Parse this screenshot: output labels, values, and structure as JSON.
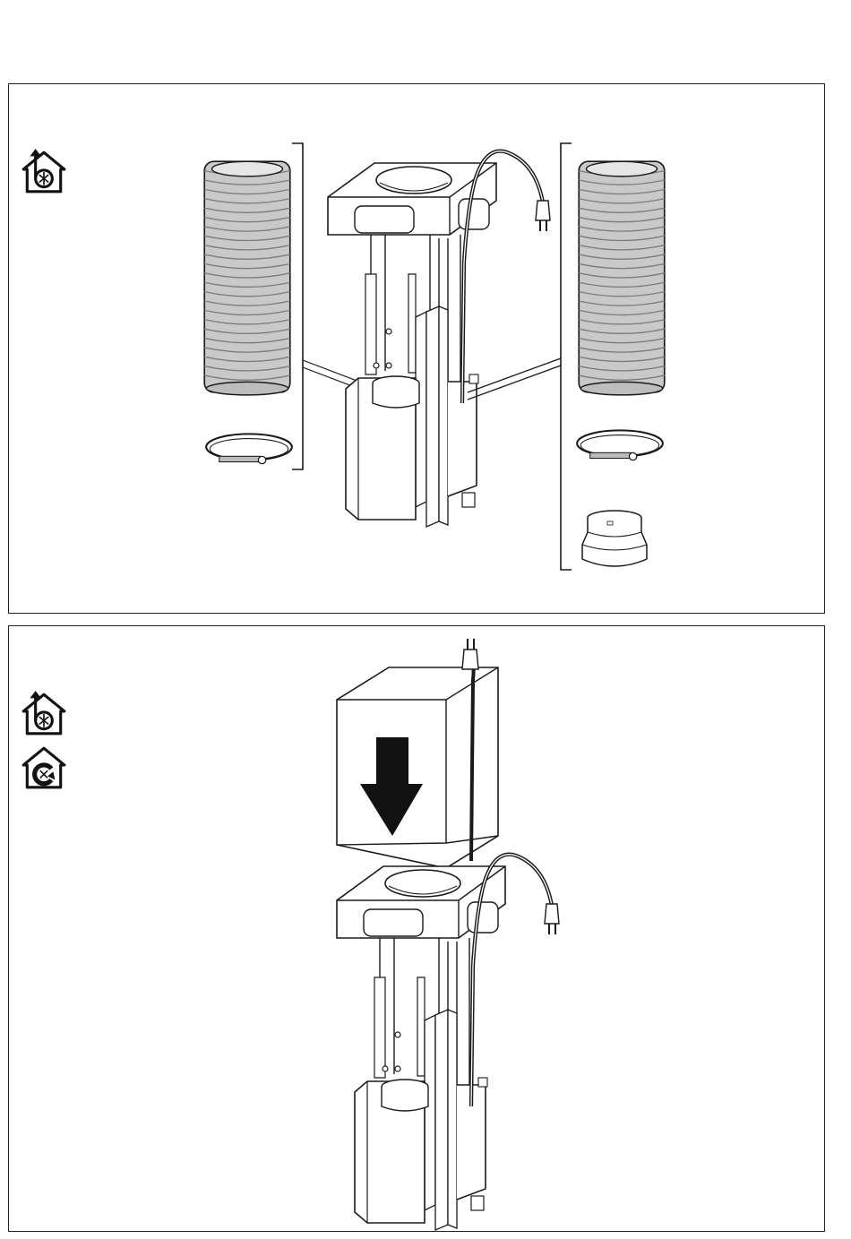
{
  "document": {
    "panels": [
      {
        "id": "step-connect-duct",
        "mode_icons": [
          "ducted-extraction-icon"
        ],
        "parts": [
          "flexible-duct-hose",
          "hose-clamp",
          "flexible-duct-hose",
          "hose-clamp",
          "duct-reducer-adapter"
        ],
        "assembly": [
          "fan-housing-unit",
          "telescopic-support-frame",
          "top-mounting-bracket",
          "power-cord-with-plug"
        ]
      },
      {
        "id": "step-fit-chimney",
        "mode_icons": [
          "ducted-extraction-icon",
          "recirculation-icon"
        ],
        "parts": [
          "chimney-cover",
          "down-arrow"
        ],
        "assembly": [
          "fan-housing-unit",
          "telescopic-support-frame",
          "top-mounting-bracket",
          "power-cord-with-plug"
        ]
      }
    ],
    "colors": {
      "line": "#1a1a1a",
      "hose_fill": "#c9c9c9",
      "hose_rib": "#8a8a8a",
      "arrow": "#111111",
      "paper": "#ffffff"
    }
  }
}
